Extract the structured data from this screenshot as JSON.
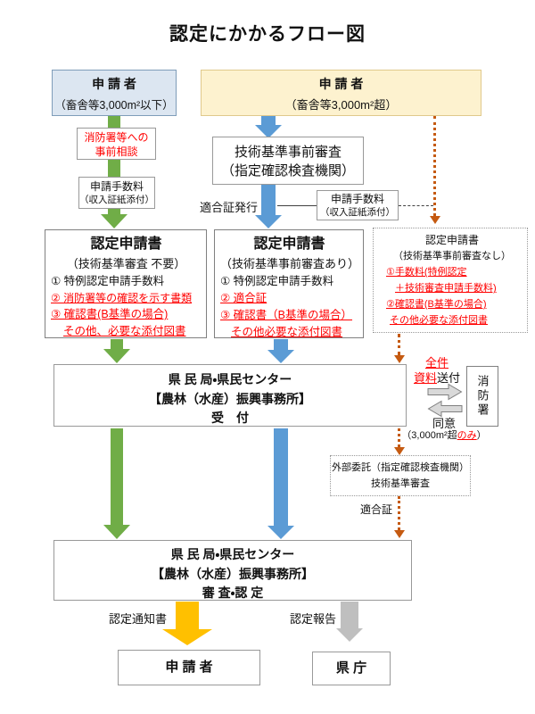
{
  "title": "認定にかかるフロー図",
  "left_flow": {
    "applicant": {
      "title": "申 請 者",
      "subtitle": "（畜舎等3,000m²以下）"
    },
    "consult_box": {
      "line1": "消防署等への",
      "line2": "事前相談"
    },
    "fee_box": {
      "line1": "申請手数料",
      "line2": "（収入証紙添付）"
    },
    "application_box": {
      "title": "認定申請書",
      "subtitle": "（技術基準審査 不要）",
      "item1": "① 特例認定申請手数料",
      "item2": "② 消防署等の確認を示す書類",
      "item3": "③ 確認書(B基準の場合)",
      "item4": "その他、必要な添付図書"
    }
  },
  "right_flow": {
    "applicant": {
      "title": "申 請 者",
      "subtitle": "（畜舎等3,000m²超）"
    },
    "pre_review_box": {
      "line1": "技術基準事前審査",
      "line2": "（指定確認検査機関）"
    },
    "certificate_issue_label": "適合証発行",
    "fee_box": {
      "line1": "申請手数料",
      "line2": "（収入証紙添付）"
    },
    "application_box": {
      "title": "認定申請書",
      "subtitle": "（技術基準事前審査あり）",
      "item1": "① 特例認定申請手数料",
      "item2": "② 適合証",
      "item3": "③ 確認書（B基準の場合）",
      "item4": "その他必要な添付図書"
    }
  },
  "dotted_flow": {
    "application_box": {
      "title": "認定申請書",
      "subtitle": "（技術基準事前審査なし）",
      "item1": "①手数料(特例認定",
      "item2": "＋技術審査申請手数料)",
      "item3": "②確認書(B基準の場合)",
      "item4": "その他必要な添付図書"
    },
    "outsource_box": {
      "line1": "外部委託（指定確認検査機関）",
      "line2": "技術基準審査"
    },
    "certificate_label": "適合証"
  },
  "reception_box": {
    "line1": "県 民 局・県民センター",
    "line2": "【農林（水産）振興事務所】",
    "line3": "受　付"
  },
  "fire_station": {
    "send_red1": "全件",
    "send_red2": "資料",
    "send_black": "送付",
    "station_box": "消防署",
    "consent": "同意",
    "note_open": "（3,000m²超",
    "note_red": "のみ",
    "note_close": "）"
  },
  "decision_box": {
    "line1": "県 民 局・県民センター",
    "line2": "【農林（水産）振興事務所】",
    "line3": "審 査・認 定"
  },
  "bottom": {
    "notice_label": "認定通知書",
    "applicant_box": "申 請 者",
    "report_label": "認定報告",
    "prefecture_box": "県 庁"
  },
  "colors": {
    "green": "#70ad47",
    "blue": "#5b9bd5",
    "orange": "#c55a11",
    "yellow": "#ffc000",
    "gray": "#bfbfbf",
    "red": "#ff0000",
    "applicant_small_fill": "#dce6f1",
    "applicant_small_border": "#7f9db9",
    "applicant_large_fill": "#fdf2cf",
    "applicant_large_border": "#e0c98c"
  }
}
